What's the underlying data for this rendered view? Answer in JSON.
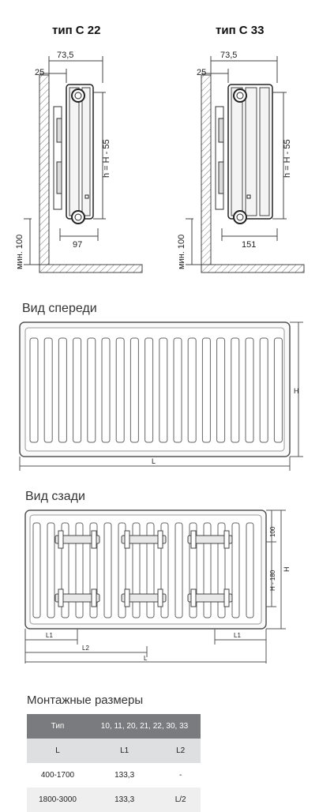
{
  "side_views": [
    {
      "title": "тип С 22",
      "dim_top": "73,5",
      "dim_left": "25",
      "dim_height": "h = H - 55",
      "dim_bottom": "97",
      "dim_min": "мин. 100"
    },
    {
      "title": "тип С 33",
      "dim_top": "73,5",
      "dim_left": "25",
      "dim_height": "h = H - 55",
      "dim_bottom": "151",
      "dim_min": "мин. 100"
    }
  ],
  "front_view": {
    "title": "Вид спереди",
    "label_h": "H",
    "label_l": "L",
    "fins": 18
  },
  "rear_view": {
    "title": "Вид сзади",
    "label_top": "100",
    "label_mid": "H - 180",
    "label_h": "H",
    "label_l1_left": "L1",
    "label_l1_right": "L1",
    "label_l2": "L2",
    "label_l": "L"
  },
  "mount_table": {
    "title": "Монтажные размеры",
    "header": [
      "Тип",
      "10, 11, 20, 21, 22, 30, 33"
    ],
    "subheader": [
      "L",
      "L1",
      "L2"
    ],
    "rows": [
      [
        "400-1700",
        "133,3",
        "-"
      ],
      [
        "1800-3000",
        "133,3",
        "L/2"
      ]
    ]
  }
}
